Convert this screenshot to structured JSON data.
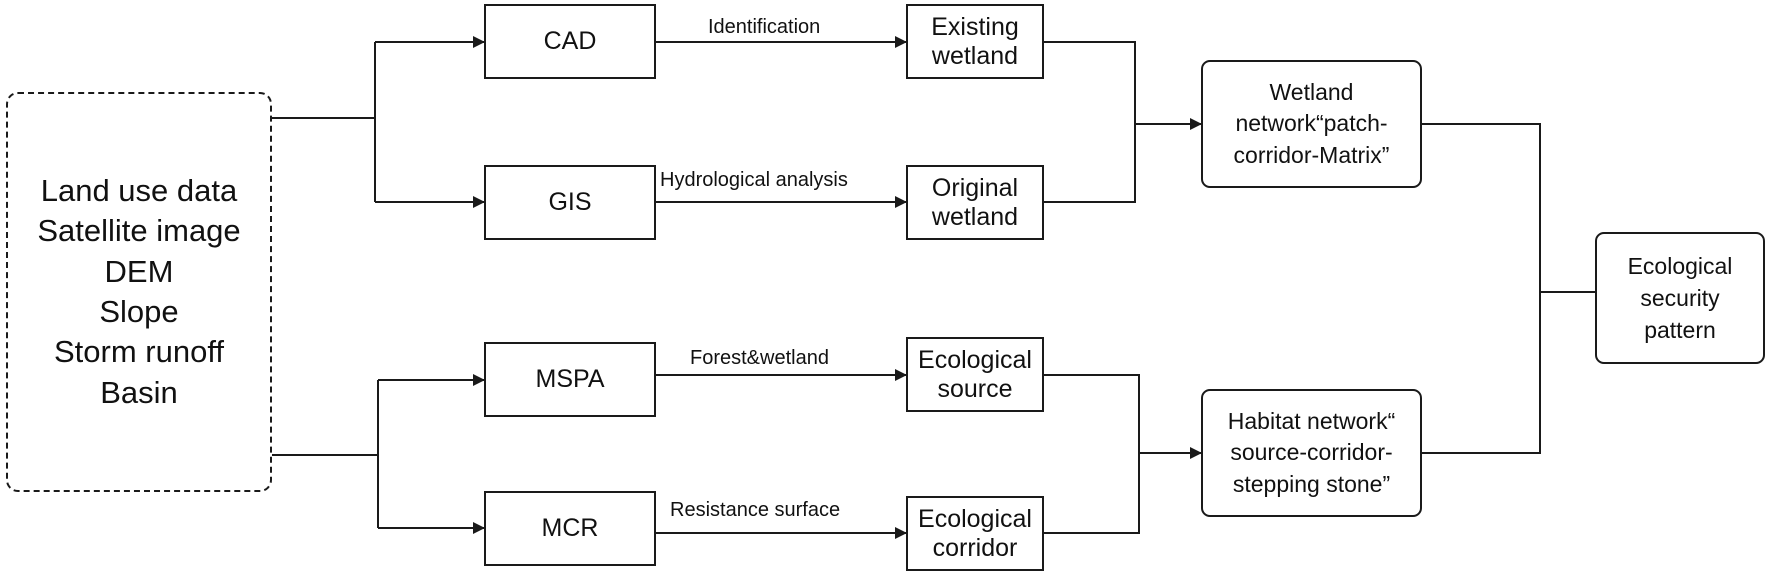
{
  "source": {
    "lines": [
      "Land use data",
      "Satellite image",
      "DEM",
      "Slope",
      "Storm runoff",
      "Basin"
    ]
  },
  "tools": {
    "cad": "CAD",
    "gis": "GIS",
    "mspa": "MSPA",
    "mcr": "MCR"
  },
  "edge_labels": {
    "cad_to_existing": "Identification",
    "gis_to_original": "Hydrological analysis",
    "mspa_to_source": "Forest&wetland",
    "mcr_to_corridor": "Resistance surface"
  },
  "results": {
    "existing_wetland": [
      "Existing",
      "wetland"
    ],
    "original_wetland": [
      "Original",
      "wetland"
    ],
    "ecological_source": [
      "Ecological",
      "source"
    ],
    "ecological_corridor": [
      "Ecological",
      "corridor"
    ]
  },
  "networks": {
    "wetland": [
      "Wetland",
      "network“patch-",
      "corridor-Matrix”"
    ],
    "habitat": [
      "Habitat network“",
      "source-corridor-",
      "stepping stone”"
    ]
  },
  "final": [
    "Ecological",
    "security",
    "pattern"
  ]
}
